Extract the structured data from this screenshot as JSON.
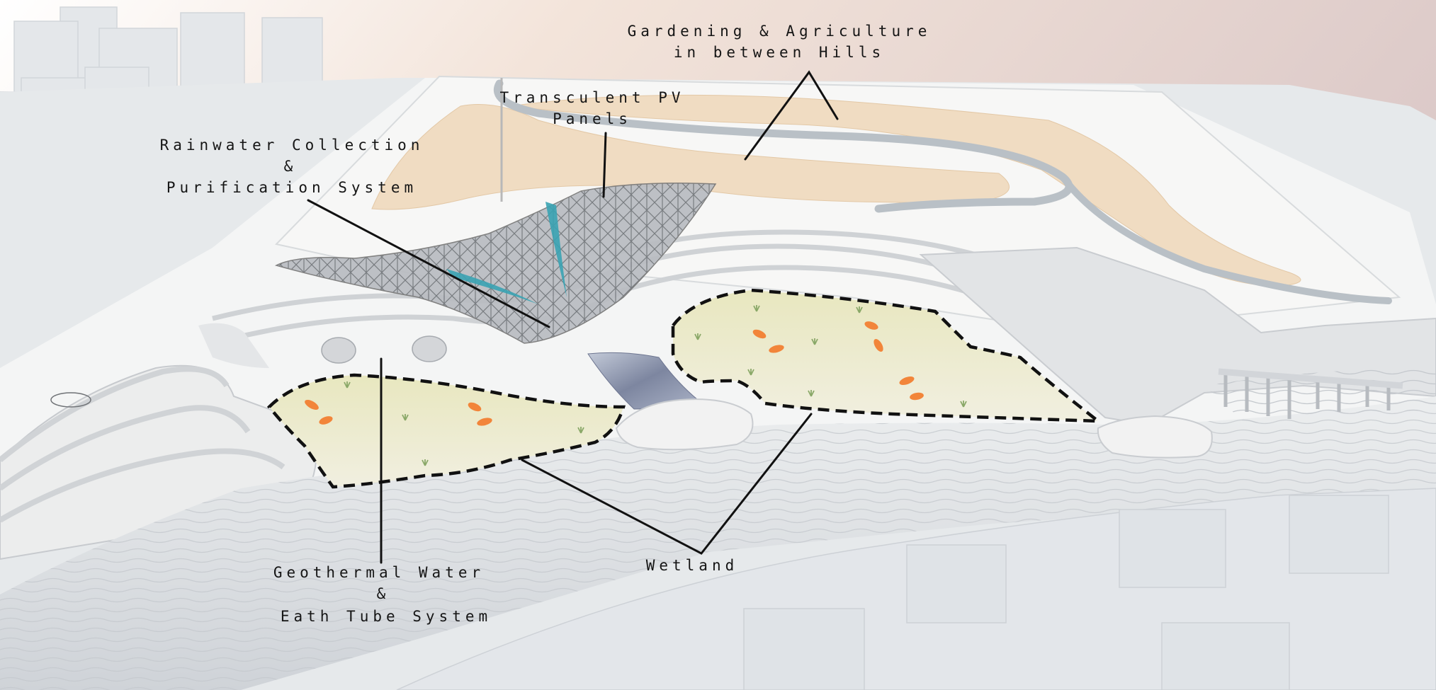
{
  "labels": {
    "gardening_line1": "Gardening & Agriculture",
    "gardening_line2": "in between Hills",
    "pv_line1": "Transculent PV",
    "pv_line2": "Panels",
    "rain_line1": "Rainwater Collection",
    "rain_line2": "&",
    "rain_line3": "Purification System",
    "geo_line1": "Geothermal Water",
    "geo_line2": "&",
    "geo_line3": "Eath Tube System",
    "wetland": "Wetland"
  },
  "colors": {
    "sky_top": "#f1e1d6",
    "sky_right": "#dcc8c8",
    "ground": "#e8eaec",
    "river": "#d4d7db",
    "agriculture": "#f0dcc3",
    "wetland_fill": "#ece8c4",
    "wetland_border": "#111111",
    "rain_channel": "#3fa7b6",
    "fish": "#f2853a",
    "waterfall": "#8f97ad",
    "leader_line": "#111111"
  },
  "icons": {
    "fish": "fish-icon",
    "plant": "plant-icon",
    "dome": "geothermal-dome-icon"
  }
}
